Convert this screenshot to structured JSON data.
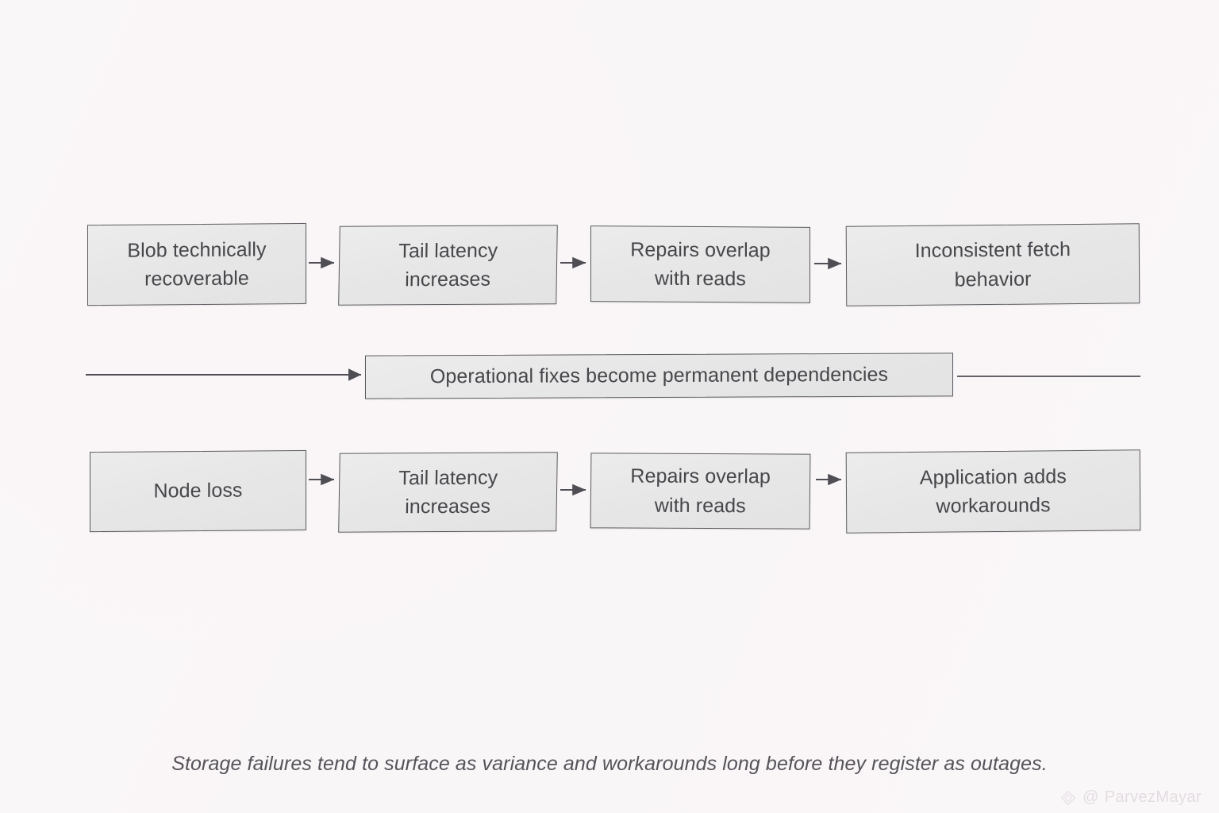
{
  "diagram": {
    "background_color": "#faf7f9",
    "node_fill": "#e8e8e8",
    "node_border": "#5b5b61",
    "text_color": "#46464b",
    "rows": [
      {
        "id": "row-top",
        "nodes": [
          {
            "id": "r1c1",
            "label": "Blob technically\nrecoverable"
          },
          {
            "id": "r1c2",
            "label": "Tail latency\nincreases"
          },
          {
            "id": "r1c3",
            "label": "Repairs overlap\nwith reads"
          },
          {
            "id": "r1c4",
            "label": "Inconsistent fetch\nbehavior"
          }
        ]
      },
      {
        "id": "row-middle",
        "nodes": [
          {
            "id": "mid",
            "label": "Operational fixes become permanent dependencies"
          }
        ]
      },
      {
        "id": "row-bottom",
        "nodes": [
          {
            "id": "r3c1",
            "label": "Node loss"
          },
          {
            "id": "r3c2",
            "label": "Tail latency\nincreases"
          },
          {
            "id": "r3c3",
            "label": "Repairs overlap\nwith reads"
          },
          {
            "id": "r3c4",
            "label": "Application adds\nworkarounds"
          }
        ]
      }
    ],
    "connectors": [
      {
        "id": "a-r1-1-2",
        "type": "arrow",
        "from": "r1c1",
        "to": "r1c2"
      },
      {
        "id": "a-r1-2-3",
        "type": "arrow",
        "from": "r1c2",
        "to": "r1c3"
      },
      {
        "id": "a-r1-3-4",
        "type": "arrow",
        "from": "r1c3",
        "to": "r1c4"
      },
      {
        "id": "a-mid-in",
        "type": "arrow",
        "from": "left-margin",
        "to": "mid"
      },
      {
        "id": "l-mid-out",
        "type": "line",
        "from": "mid",
        "to": "right-margin"
      },
      {
        "id": "a-r3-1-2",
        "type": "arrow",
        "from": "r3c1",
        "to": "r3c2"
      },
      {
        "id": "a-r3-2-3",
        "type": "arrow",
        "from": "r3c2",
        "to": "r3c3"
      },
      {
        "id": "a-r3-3-4",
        "type": "arrow",
        "from": "r3c3",
        "to": "r3c4"
      }
    ]
  },
  "caption": {
    "text": "Storage failures tend to surface as variance and workarounds long before they register as outages."
  },
  "watermark": {
    "at_symbol": "@",
    "handle": "ParvezMayar",
    "logo_icon": "diamond-logo-icon"
  }
}
